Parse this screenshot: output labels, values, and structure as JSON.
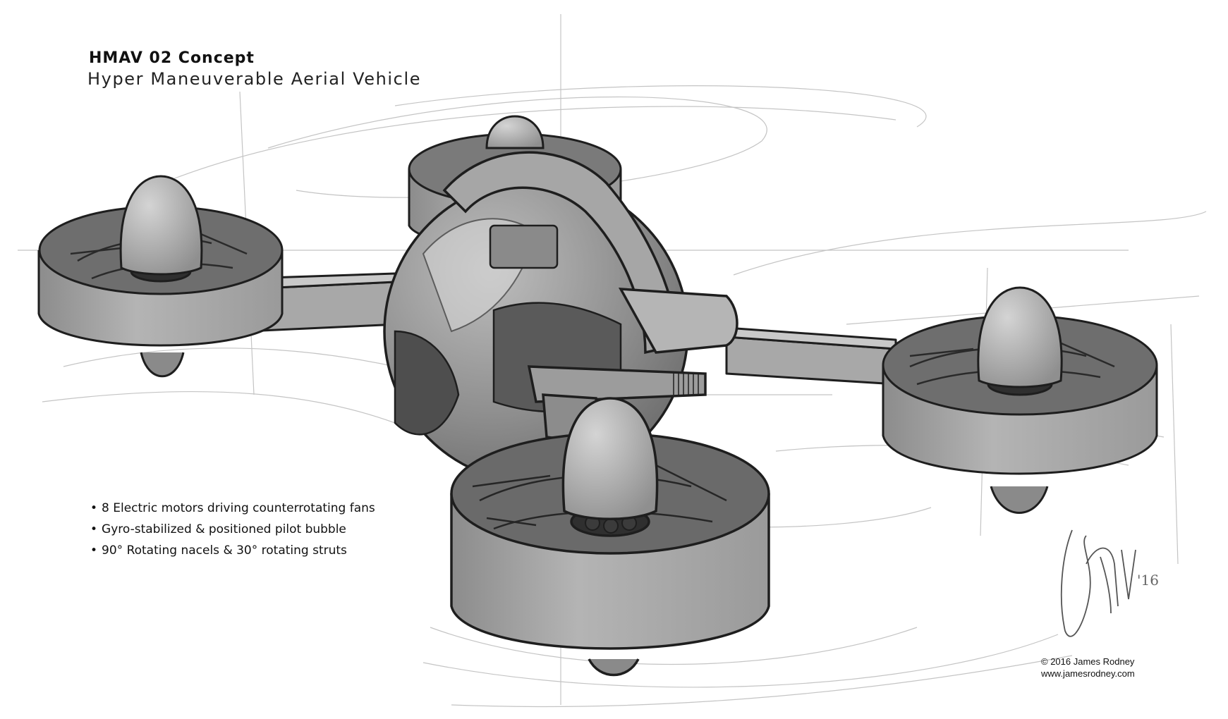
{
  "title": "HMAV 02 Concept",
  "subtitle": "Hyper Maneuverable Aerial Vehicle",
  "features": [
    "8 Electric motors driving counterrotating fans",
    "Gyro-stabilized & positioned pilot bubble",
    "90° Rotating nacels & 30° rotating struts"
  ],
  "credit": {
    "copyright": "© 2016 James Rodney",
    "website": "www.jamesrodney.com"
  },
  "signature_text": "'16",
  "colors": {
    "body_gray": "#a9a9a9",
    "dark_gray": "#5c5c5c",
    "outline": "#1e1e1e",
    "sketch_line": "#bdbdbd"
  }
}
